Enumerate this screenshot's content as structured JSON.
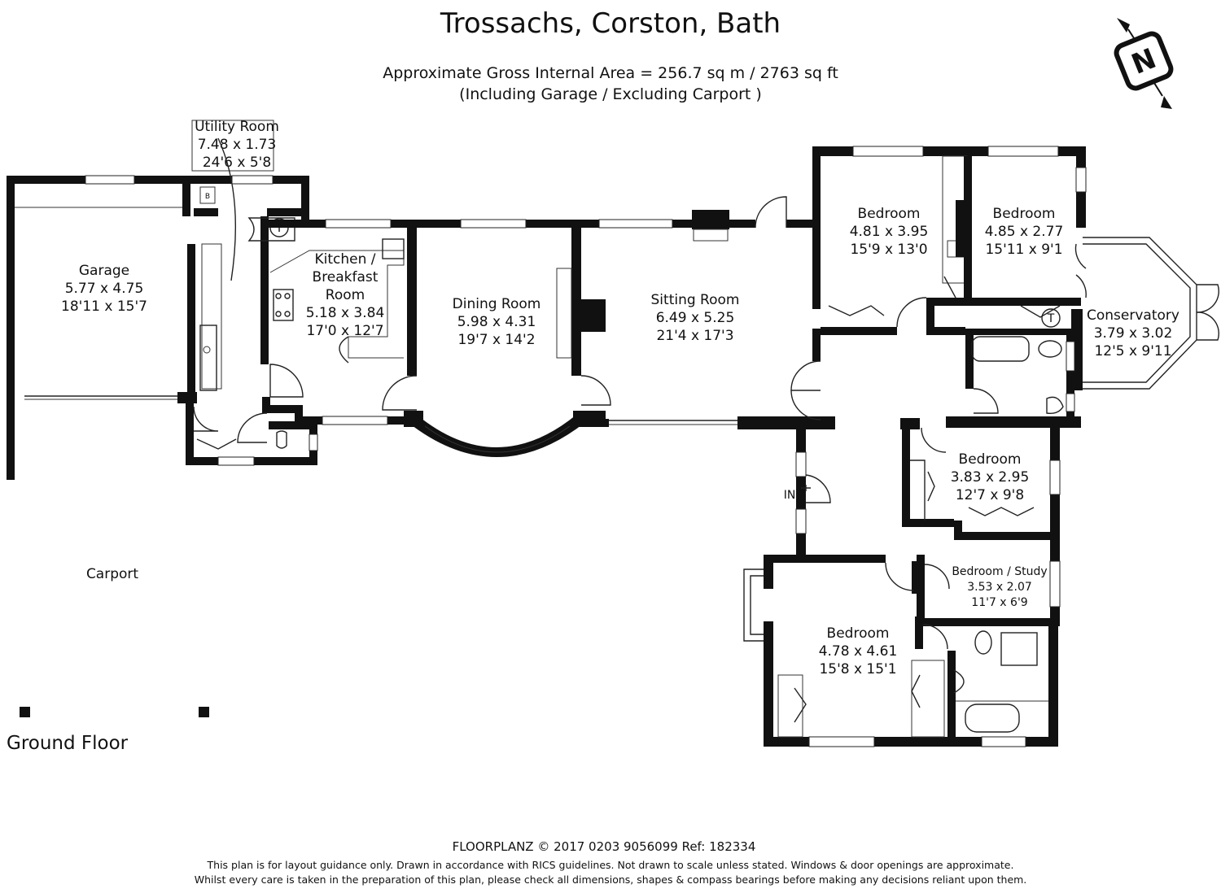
{
  "header": {
    "title": "Trossachs, Corston, Bath",
    "area": "Approximate Gross Internal Area = 256.7 sq m / 2763 sq ft",
    "note": "(Including Garage / Excluding Carport )"
  },
  "compass": {
    "letter": "N"
  },
  "floor_label": "Ground Floor",
  "rooms": {
    "utility": {
      "name": "Utility Room",
      "metric": "7.48 x 1.73",
      "imperial": "24'6 x 5'8"
    },
    "garage": {
      "name": "Garage",
      "metric": "5.77 x 4.75",
      "imperial": "18'11 x 15'7"
    },
    "kitchen": {
      "name1": "Kitchen /",
      "name2": "Breakfast",
      "name3": "Room",
      "metric": "5.18 x 3.84",
      "imperial": "17'0 x 12'7"
    },
    "dining": {
      "name": "Dining Room",
      "metric": "5.98 x 4.31",
      "imperial": "19'7 x 14'2"
    },
    "sitting": {
      "name": "Sitting Room",
      "metric": "6.49 x 5.25",
      "imperial": "21'4 x 17'3"
    },
    "bed1": {
      "name": "Bedroom",
      "metric": "4.81 x 3.95",
      "imperial": "15'9 x 13'0"
    },
    "bed2": {
      "name": "Bedroom",
      "metric": "4.85 x 2.77",
      "imperial": "15'11 x 9'1"
    },
    "conservatory": {
      "name": "Conservatory",
      "metric": "3.79 x 3.02",
      "imperial": "12'5 x 9'11"
    },
    "bed3": {
      "name": "Bedroom",
      "metric": "3.83 x 2.95",
      "imperial": "12'7 x 9'8"
    },
    "study": {
      "name": "Bedroom / Study",
      "metric": "3.53 x 2.07",
      "imperial": "11'7 x 6'9"
    },
    "bed4": {
      "name": "Bedroom",
      "metric": "4.78 x 4.61",
      "imperial": "15'8 x 15'1"
    },
    "carport": {
      "name": "Carport"
    }
  },
  "symbols": {
    "boiler": "B",
    "tank": "T",
    "entrance": "IN"
  },
  "footer": {
    "company": "FLOORPLANZ © 2017   0203 9056099   Ref: 182334",
    "line1": "This plan is for layout guidance only. Drawn in accordance with RICS guidelines. Not drawn to scale unless stated. Windows & door openings are approximate.",
    "line2": "Whilst every care is taken in the preparation of this plan, please check all dimensions, shapes & compass bearings before making any decisions reliant upon them."
  }
}
